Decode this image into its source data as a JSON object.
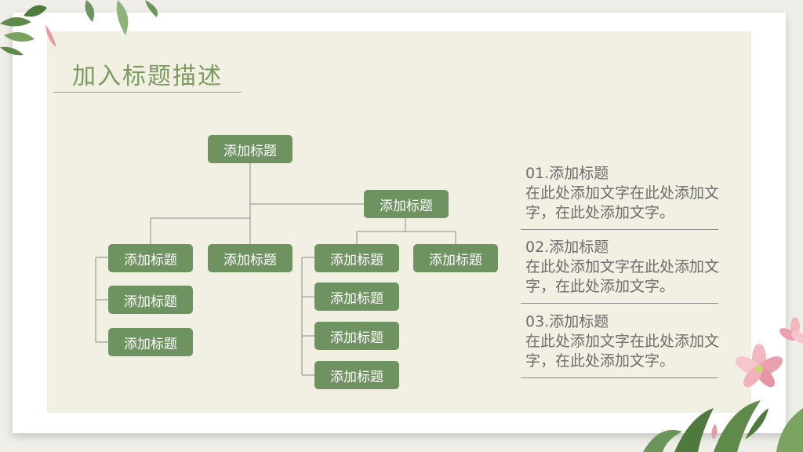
{
  "slide": {
    "title": "加入标题描述"
  },
  "org": {
    "root": "添加标题",
    "right_parent": "添加标题",
    "left_group": [
      "添加标题",
      "添加标题",
      "添加标题"
    ],
    "middle": "添加标题",
    "right_first": "添加标题",
    "right_group": [
      "添加标题",
      "添加标题",
      "添加标题"
    ],
    "right_far": "添加标题"
  },
  "info": [
    {
      "heading": "01.添加标题",
      "body": "在此处添加文字在此处添加文字，在此处添加文字。"
    },
    {
      "heading": "02.添加标题",
      "body": "在此处添加文字在此处添加文字，在此处添加文字。"
    },
    {
      "heading": "03.添加标题",
      "body": "在此处添加文字在此处添加文字，在此处添加文字。"
    }
  ],
  "colors": {
    "node": "#6e9360",
    "title": "#7a9a5e",
    "paper": "#f1f0e2"
  },
  "decorations": [
    "leaf-branch-icon",
    "pink-flower-icon"
  ]
}
